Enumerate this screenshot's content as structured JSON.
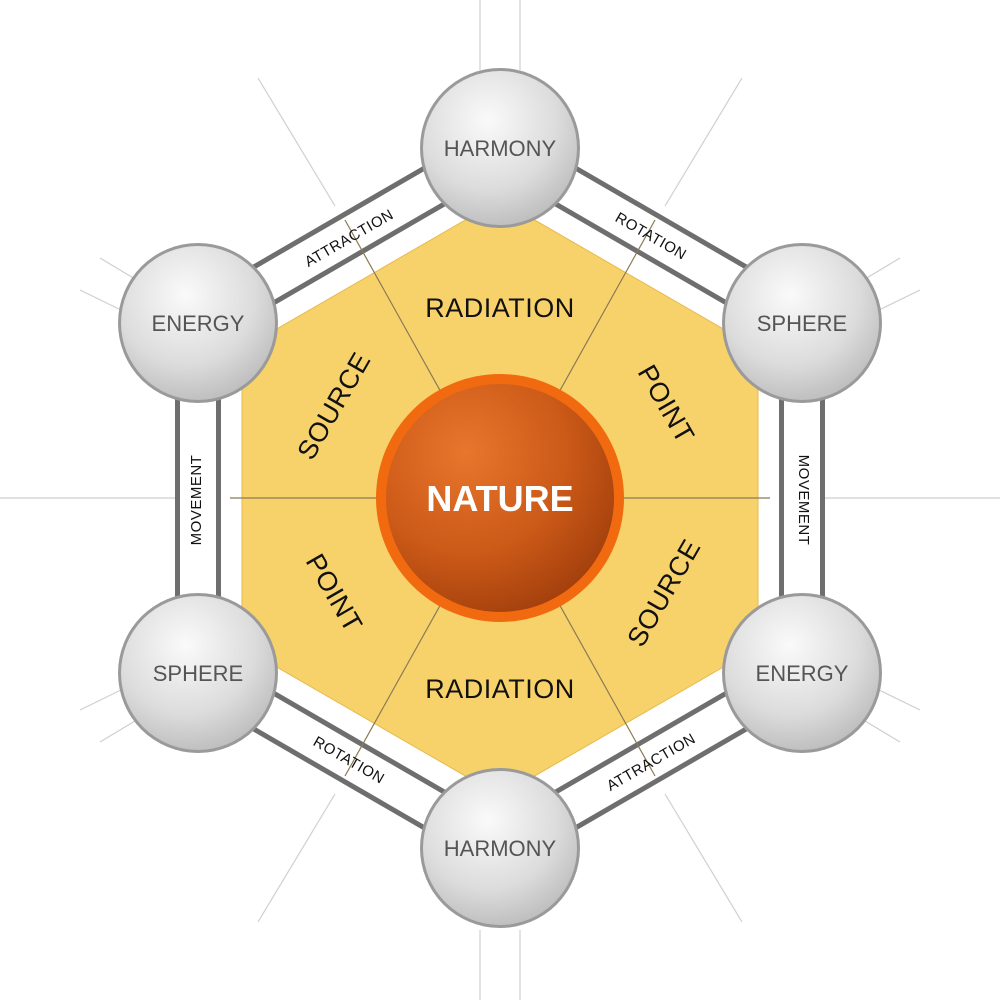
{
  "center": {
    "label": "NATURE"
  },
  "nodes": {
    "top": "HARMONY",
    "upper_right": "SPHERE",
    "lower_right": "ENERGY",
    "bottom": "HARMONY",
    "lower_left": "SPHERE",
    "upper_left": "ENERGY"
  },
  "segments": {
    "top": "RADIATION",
    "upper_right": "POINT",
    "lower_right": "SOURCE",
    "bottom": "RADIATION",
    "lower_left": "POINT",
    "upper_left": "SOURCE"
  },
  "connectors": {
    "top_right": "ROTATION",
    "right": "MOVEMENT",
    "bottom_right": "ATTRACTION",
    "bottom_left": "ROTATION",
    "left": "MOVEMENT",
    "top_left": "ATTRACTION"
  },
  "colors": {
    "hexagon_fill": "#f7d26b",
    "center_dark": "#b4470e",
    "center_light": "#e8742a",
    "center_ring": "#f26a10",
    "node_light": "#f6f6f6",
    "node_dark": "#bdbdbd",
    "frame": "#6e6e6e"
  }
}
